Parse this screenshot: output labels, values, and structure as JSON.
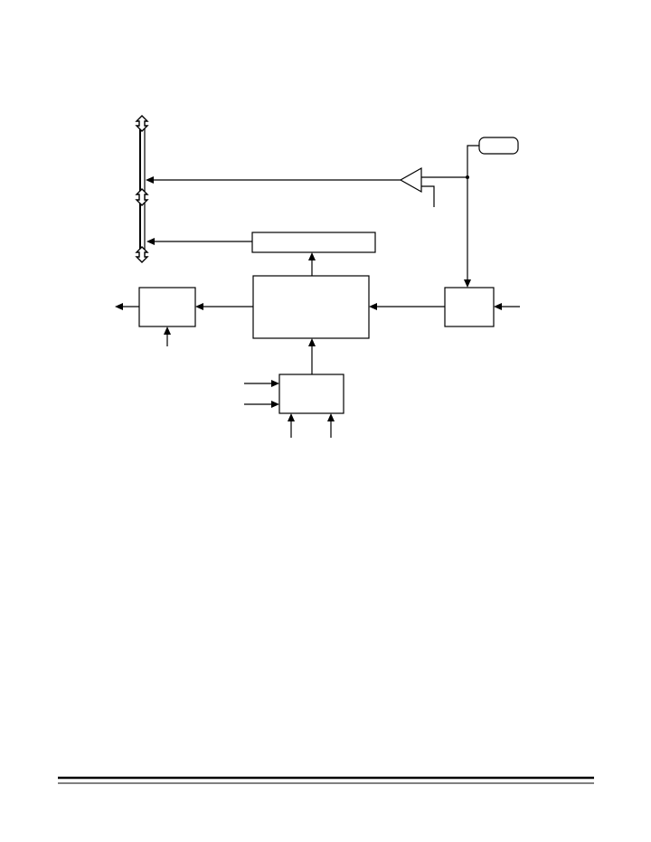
{
  "diagram": {
    "blocks": [
      {
        "id": "pin-terminal",
        "label": ""
      },
      {
        "id": "comparator",
        "label": ""
      },
      {
        "id": "register",
        "label": ""
      },
      {
        "id": "central-block",
        "label": ""
      },
      {
        "id": "left-block",
        "label": ""
      },
      {
        "id": "right-block",
        "label": ""
      },
      {
        "id": "bottom-block",
        "label": ""
      }
    ],
    "colors": {
      "line": "#000000",
      "fill": "#ffffff"
    }
  },
  "footer": {
    "rule": "double-line"
  }
}
